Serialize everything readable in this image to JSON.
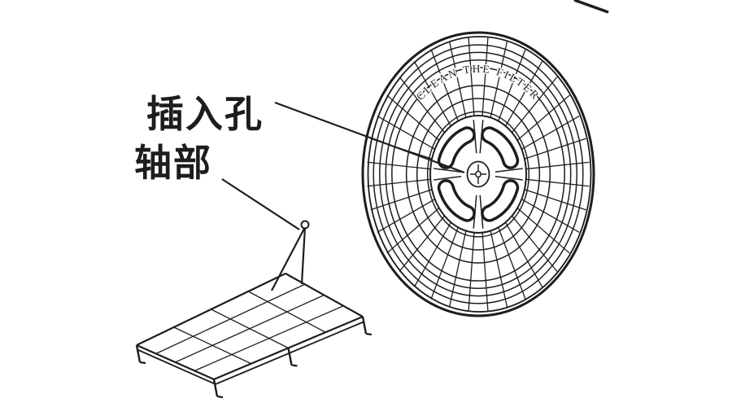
{
  "page": {
    "background": "#ffffff",
    "ink": "#1d1d1b"
  },
  "labels": {
    "insertion_hole": "插入孔",
    "shaft": "轴部"
  },
  "filter": {
    "engraving": "CLEAN THE FILTER"
  }
}
